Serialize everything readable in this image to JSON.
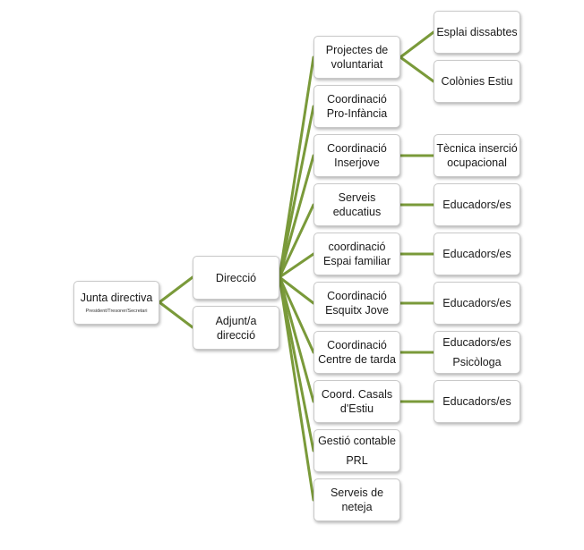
{
  "root": {
    "title": "Junta directiva",
    "subtitle": "President/Tresorer/Secretari"
  },
  "level1": [
    {
      "id": "direccio",
      "label": "Direcció"
    },
    {
      "id": "adjunt",
      "label": "Adjunt/a direcció"
    }
  ],
  "departments": [
    {
      "label": "Projectes de voluntariat",
      "children": [
        "Esplai dissabtes",
        "Colònies Estiu"
      ]
    },
    {
      "label": "Coordinació Pro-Infància",
      "children": []
    },
    {
      "label": "Coordinació Inserjove",
      "children": [
        "Tècnica inserció ocupacional"
      ]
    },
    {
      "label": "Serveis educatius",
      "children": [
        "Educadors/es"
      ]
    },
    {
      "label": "coordinació Espai familiar",
      "children": [
        "Educadors/es"
      ]
    },
    {
      "label": "Coordinació Esquitx Jove",
      "children": [
        "Educadors/es"
      ]
    },
    {
      "label": "Coordinació Centre de tarda",
      "children": [
        "Educadors/es Psicòloga"
      ]
    },
    {
      "label": "Coord. Casals d'Estiu",
      "children": [
        "Educadors/es"
      ]
    },
    {
      "label": "Gestió contable PRL",
      "children": []
    },
    {
      "label": "Serveis de neteja",
      "children": []
    }
  ],
  "colors": {
    "connector": "#7a9a3a",
    "box_border": "#c9c9c9",
    "text": "#1a1a1a"
  }
}
